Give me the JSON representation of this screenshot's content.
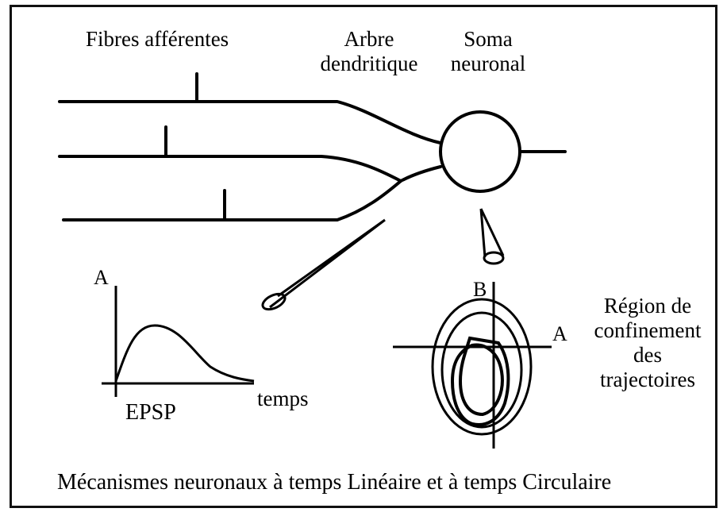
{
  "labels": {
    "afferent_fibres": "Fibres afférentes",
    "dendritic_tree_line1": "Arbre",
    "dendritic_tree_line2": "dendritique",
    "soma_line1": "Soma",
    "soma_line2": "neuronal",
    "axis_A_left": "A",
    "epsp": "EPSP",
    "time": "temps",
    "axis_B": "B",
    "axis_A_right": "A",
    "confinement_line1": "Région de",
    "confinement_line2": "confinement",
    "confinement_line3": "des",
    "confinement_line4": "trajectoires",
    "caption": "Mécanismes neuronaux à temps Linéaire et à temps Circulaire"
  },
  "colors": {
    "ink": "#000000",
    "background": "#ffffff"
  }
}
